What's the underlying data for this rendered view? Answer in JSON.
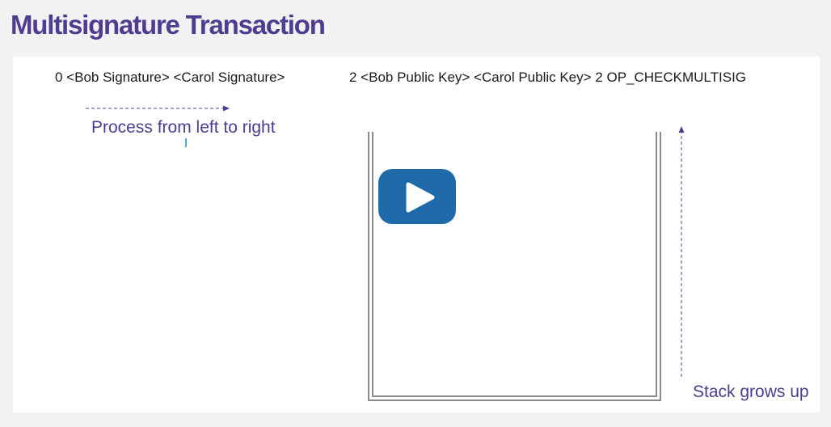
{
  "slide": {
    "title": "Multisignature Transaction",
    "scriptSig": "0 <Bob Signature> <Carol Signature>",
    "scriptPubKey": "2 <Bob Public Key> <Carol Public Key> 2 OP_CHECKMULTISIG",
    "process_label": "Process from left to right",
    "stack_label": "Stack grows up"
  },
  "colors": {
    "accent": "#4d3c8f",
    "play_button": "#1f6aa8",
    "cursor": "#3fb4d8",
    "stack_wall": "#8a8a8a"
  },
  "icons": {
    "play": "play-icon",
    "process_arrow": "arrow-right-icon",
    "stack_arrow": "arrow-up-icon"
  }
}
